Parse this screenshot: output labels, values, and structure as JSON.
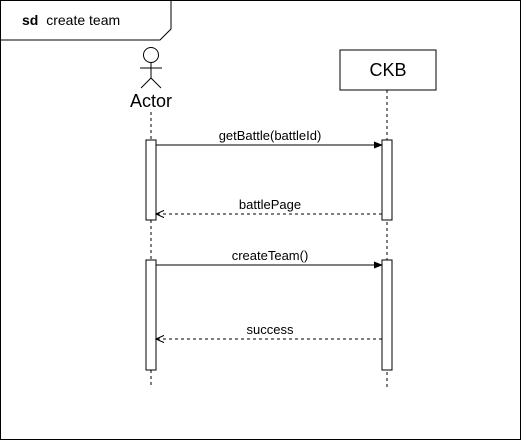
{
  "frame": {
    "keyword": "sd",
    "name": "create team"
  },
  "participants": {
    "actor": {
      "label": "Actor"
    },
    "system": {
      "label": "CKB"
    }
  },
  "messages": [
    {
      "label": "getBattle(battleId)",
      "type": "sync",
      "from": "Actor",
      "to": "CKB"
    },
    {
      "label": "battlePage",
      "type": "return",
      "from": "CKB",
      "to": "Actor"
    },
    {
      "label": "createTeam()",
      "type": "sync",
      "from": "Actor",
      "to": "CKB"
    },
    {
      "label": "success",
      "type": "return",
      "from": "CKB",
      "to": "Actor"
    }
  ]
}
